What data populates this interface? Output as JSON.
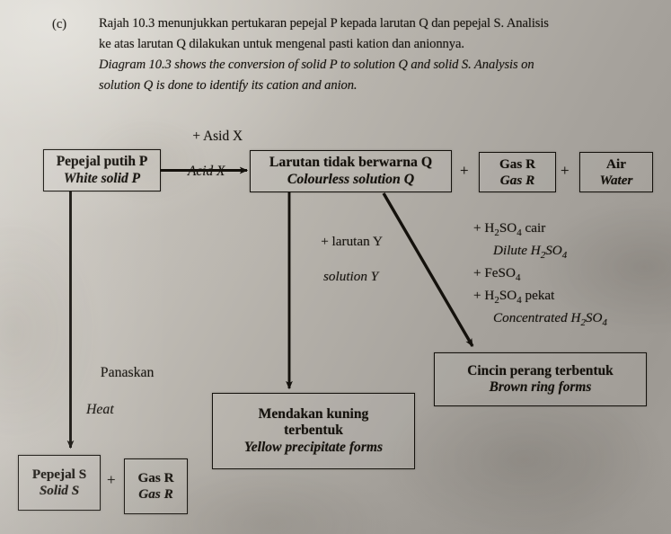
{
  "question": {
    "label": "(c)",
    "lines": [
      "Rajah 10.3 menunjukkan pertukaran pepejal P kepada larutan Q dan pepejal S. Analisis",
      "ke atas larutan Q dilakukan untuk mengenal pasti kation dan anionnya.",
      "Diagram 10.3 shows the conversion of solid P to solution Q and solid S. Analysis on",
      "solution Q is done to identify its cation and anion."
    ]
  },
  "diagram": {
    "boxes": {
      "solid_p": {
        "malay": "Pepejal putih P",
        "english": "White solid P"
      },
      "solution_q": {
        "malay": "Larutan tidak berwarna Q",
        "english": "Colourless solution Q"
      },
      "gas_r_top": {
        "malay": "Gas R",
        "english": "Gas R"
      },
      "water": {
        "malay": "Air",
        "english": "Water"
      },
      "solid_s": {
        "malay": "Pepejal S",
        "english": "Solid S"
      },
      "gas_r_bottom": {
        "malay": "Gas R",
        "english": "Gas R"
      },
      "yellow_ppt": {
        "malay_line1": "Mendakan kuning",
        "malay_line2": "terbentuk",
        "english": "Yellow precipitate forms"
      },
      "brown_ring": {
        "malay": "Cincin perang terbentuk",
        "english": "Brown ring forms"
      }
    },
    "operators": {
      "plus_after_q": "+",
      "plus_after_gas_r": "+",
      "plus_after_solid_s": "+"
    },
    "labels": {
      "acid_x": {
        "malay": "+ Asid X",
        "english": "Acid X"
      },
      "solution_y": {
        "malay": "+ larutan Y",
        "english": "solution Y"
      },
      "heat": {
        "malay": "Panaskan",
        "english": "Heat"
      }
    },
    "reagents": [
      {
        "text_prefix": "+ H",
        "sub1": "2",
        "text_mid": "SO",
        "sub2": "4",
        "text_suffix": " cair",
        "indented": false
      },
      {
        "text_prefix": "Dilute H",
        "sub1": "2",
        "text_mid": "SO",
        "sub2": "4",
        "text_suffix": "",
        "indented": true
      },
      {
        "text_prefix": "+ FeSO",
        "sub1": "4",
        "text_mid": "",
        "sub2": "",
        "text_suffix": "",
        "indented": false
      },
      {
        "text_prefix": "+ H",
        "sub1": "2",
        "text_mid": "SO",
        "sub2": "4",
        "text_suffix": " pekat",
        "indented": false
      },
      {
        "text_prefix": "Concentrated H",
        "sub1": "2",
        "text_mid": "SO",
        "sub2": "4",
        "text_suffix": "",
        "indented": true
      }
    ]
  },
  "colors": {
    "ink": "#14110c",
    "paper_light": "#d8d5ce",
    "paper_dark": "#9d9993"
  }
}
